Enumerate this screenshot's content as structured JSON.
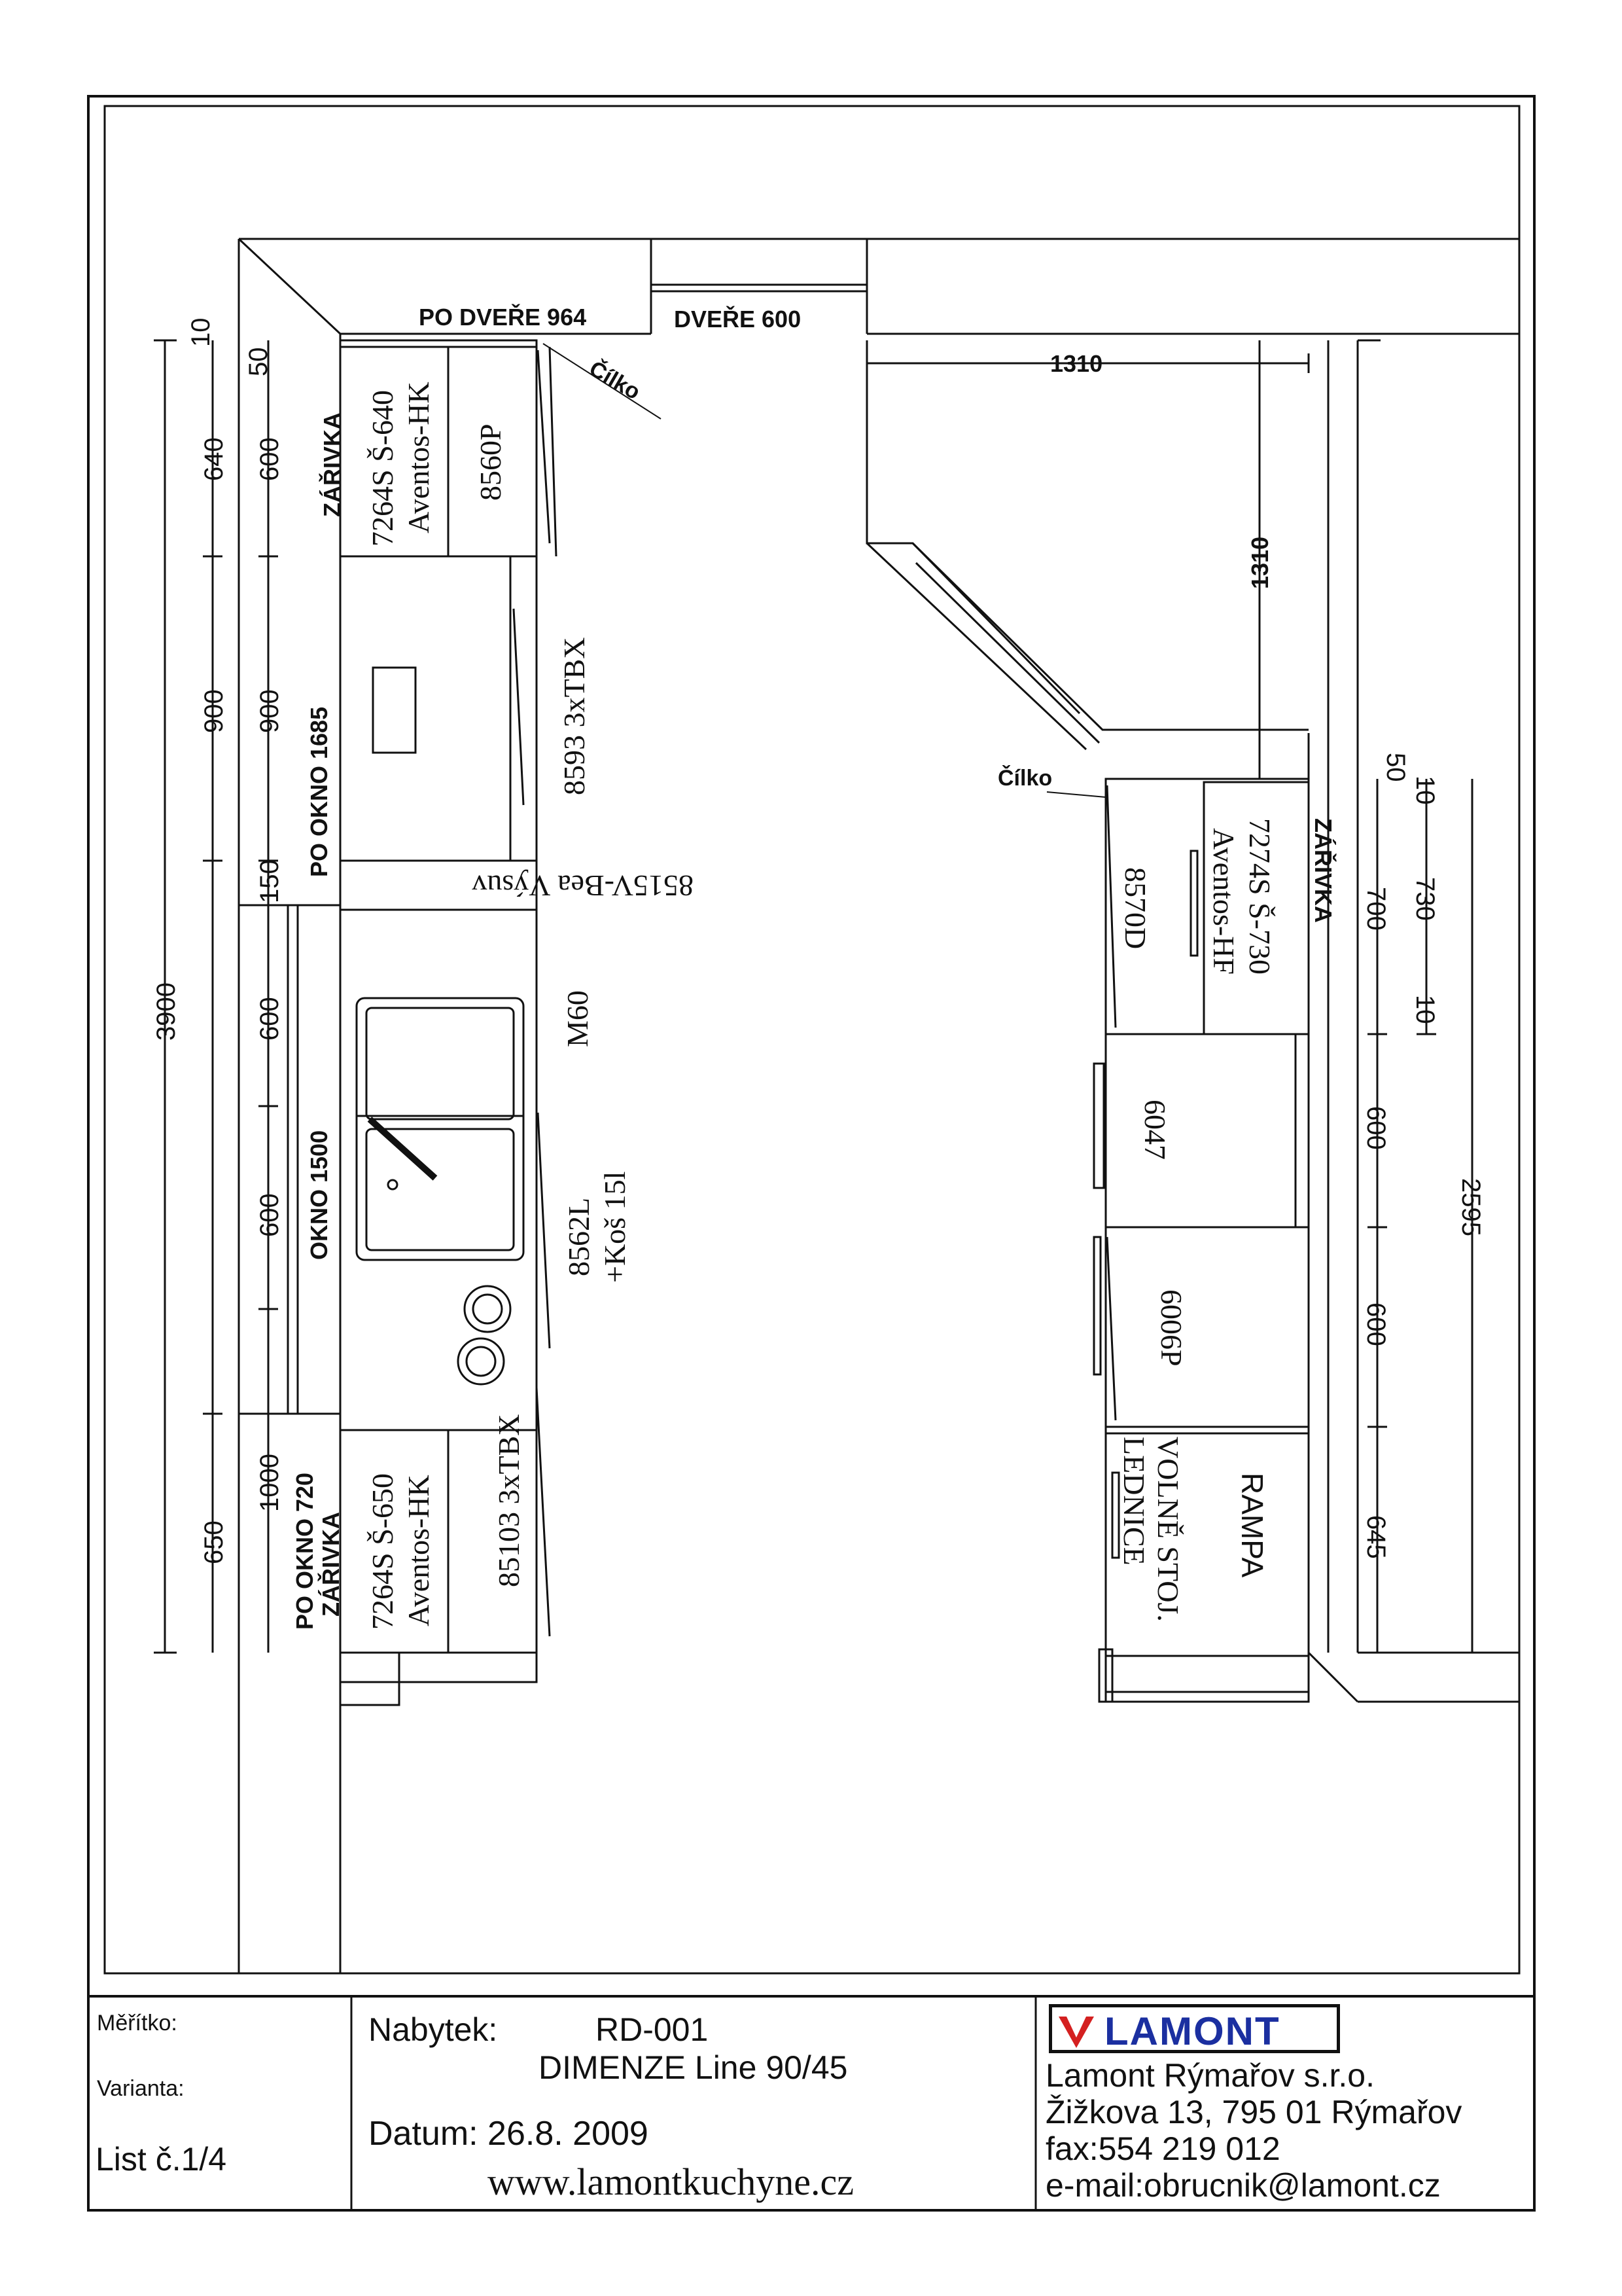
{
  "plan": {
    "left": {
      "door_label": "PO DVEŘE 964",
      "lamp_top": "ZÁŘIVKA",
      "hood_top": "7264S Š-640",
      "hood_top_model": "Aventos-HK",
      "unit_8560P": "8560P",
      "unit_8593": "8593 3xTBX",
      "window_1685": "PO OKNO 1685",
      "unit_8515": "8515V-Bea Výsuv",
      "unit_M60": "M60",
      "window_1500": "OKNO 1500",
      "unit_8562L": "8562L",
      "unit_8562L_extra": "+Koš 15l",
      "unit_85103": "85103 3xTBX",
      "window_720": "PO OKNO 720",
      "lamp_bottom": "ZÁŘIVKA",
      "hood_bottom": "7264S Š-650",
      "hood_bottom_model": "Aventos-HK",
      "cilko_top": "Čílko"
    },
    "left_dims": {
      "d10": "10",
      "d50": "50",
      "d640": "640",
      "d600a": "600",
      "d900a": "900",
      "d900b": "900",
      "d150": "150",
      "d3900": "3900",
      "d600b": "600",
      "d600c": "600",
      "d1000": "1000",
      "d650": "650"
    },
    "right": {
      "door_label": "DVEŘE 600",
      "dim_1310_h": "1310",
      "dim_1310_v": "1310",
      "cilko": "Čílko",
      "lamp": "ZÁŘIVKA",
      "hood": "7274S Š-730",
      "hood_model": "Aventos-HF",
      "unit_8570D": "8570D",
      "unit_6047": "6047",
      "unit_6006P": "6006P",
      "rampa": "RAMPA",
      "fridge_1": "VOLNĚ STOJ.",
      "fridge_2": "LEDNICE"
    },
    "right_dims": {
      "d10a": "10",
      "d50": "50",
      "d730": "730",
      "d700": "700",
      "d10b": "10",
      "d600a": "600",
      "d2595": "2595",
      "d600b": "600",
      "d645": "645"
    }
  },
  "title_block": {
    "scale_label": "Měřítko:",
    "variant_label": "Varianta:",
    "sheet": "List č.1/4",
    "furniture_label": "Nabytek:",
    "furniture_code": "RD-001",
    "product_line": "DIMENZE Line 90/45",
    "date": "Datum: 26.8. 2009",
    "website": "www.lamontkuchyne.cz",
    "logo_text": "LAMONT",
    "company": "Lamont Rýmařov s.r.o.",
    "address": "Žižkova 13,   795 01 Rýmařov",
    "fax": "fax:554 219 012",
    "email": "e-mail:obrucnik@lamont.cz"
  },
  "colors": {
    "logo_blue": "#1b2fa0",
    "logo_red": "#d42020"
  }
}
